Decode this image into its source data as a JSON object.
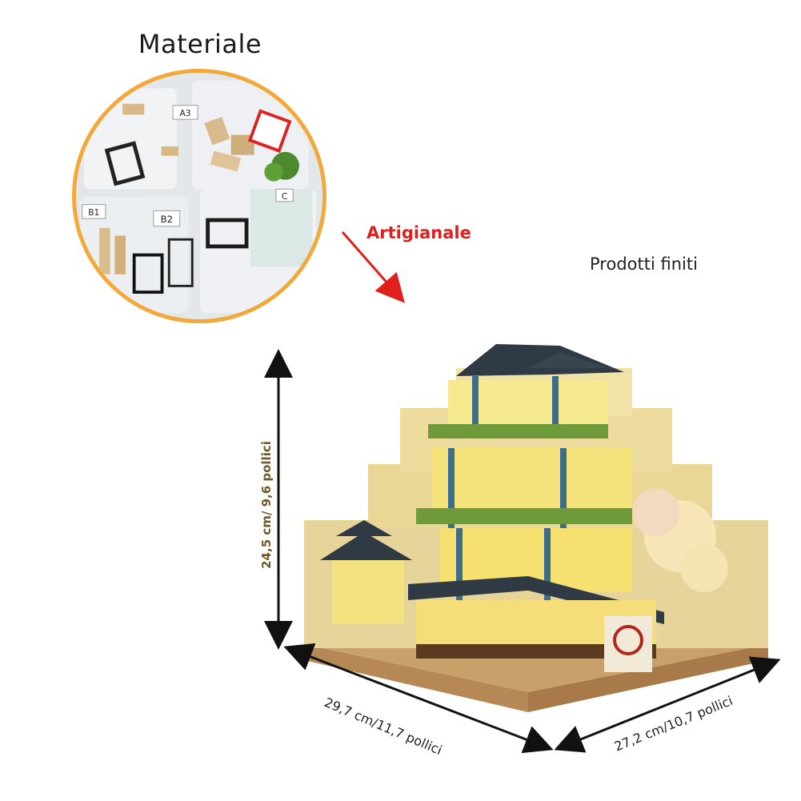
{
  "materials": {
    "title": "Materiale",
    "bag_labels": [
      "A3",
      "B1",
      "B2",
      "C"
    ]
  },
  "process": {
    "label": "Artigianale"
  },
  "finished": {
    "label": "Prodotti finiti"
  },
  "dimensions": {
    "height": "24,5 cm/ 9,6 pollici",
    "width": "29,7 cm/11,7 pollici",
    "depth": "27,2 cm/10,7 pollici"
  },
  "colors": {
    "circle_border": "#f3a93a",
    "arrow_red": "#e0201c",
    "roof": "#2f3a45",
    "railing": "#6f9a3a",
    "wall_warm": "#f4df8a"
  }
}
